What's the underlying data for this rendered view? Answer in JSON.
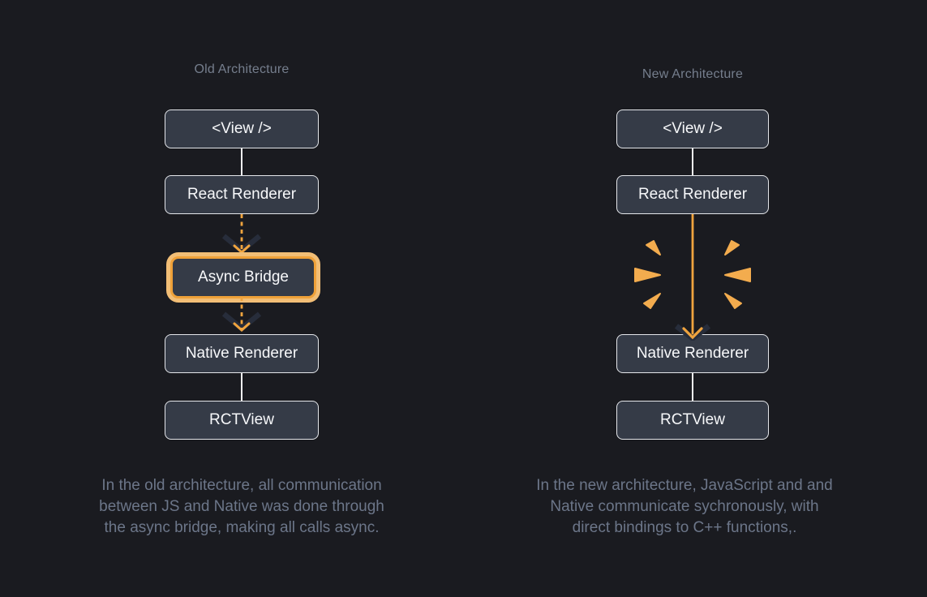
{
  "colors": {
    "background": "#1A1B20",
    "node_fill": "#353B47",
    "node_border": "#E4E6EA",
    "node_text": "#F7F8FA",
    "accent_orange": "#F0A43E",
    "highlight_border": "#EFA139",
    "highlight_ring": "#F2BE76",
    "burst_orange": "#F3AC4E",
    "dark_chevron": "#272D3B",
    "connector_white": "#F2F3F5",
    "title_text": "#757E8D",
    "caption_text": "#6C7689"
  },
  "old": {
    "title": "Old Architecture",
    "nodes": [
      "<View />",
      "React Renderer",
      "Async Bridge",
      "Native Renderer",
      "RCTView"
    ],
    "highlighted_node": "Async Bridge",
    "connectors": [
      "solid-line",
      "dashed-async-arrow",
      "dashed-async-arrow",
      "solid-line"
    ],
    "caption_lines": [
      "In the old architecture, all communication",
      "between JS and Native was done through",
      "the async bridge, making all calls async."
    ]
  },
  "new": {
    "title": "New Architecture",
    "nodes": [
      "<View />",
      "React Renderer",
      "Native Renderer",
      "RCTView"
    ],
    "connectors": [
      "solid-line",
      "sync-arrow-with-burst",
      "solid-line"
    ],
    "caption_lines": [
      "In the new architecture, JavaScript and and",
      "Native communicate sychronously, with",
      "direct bindings to C++ functions,."
    ]
  }
}
